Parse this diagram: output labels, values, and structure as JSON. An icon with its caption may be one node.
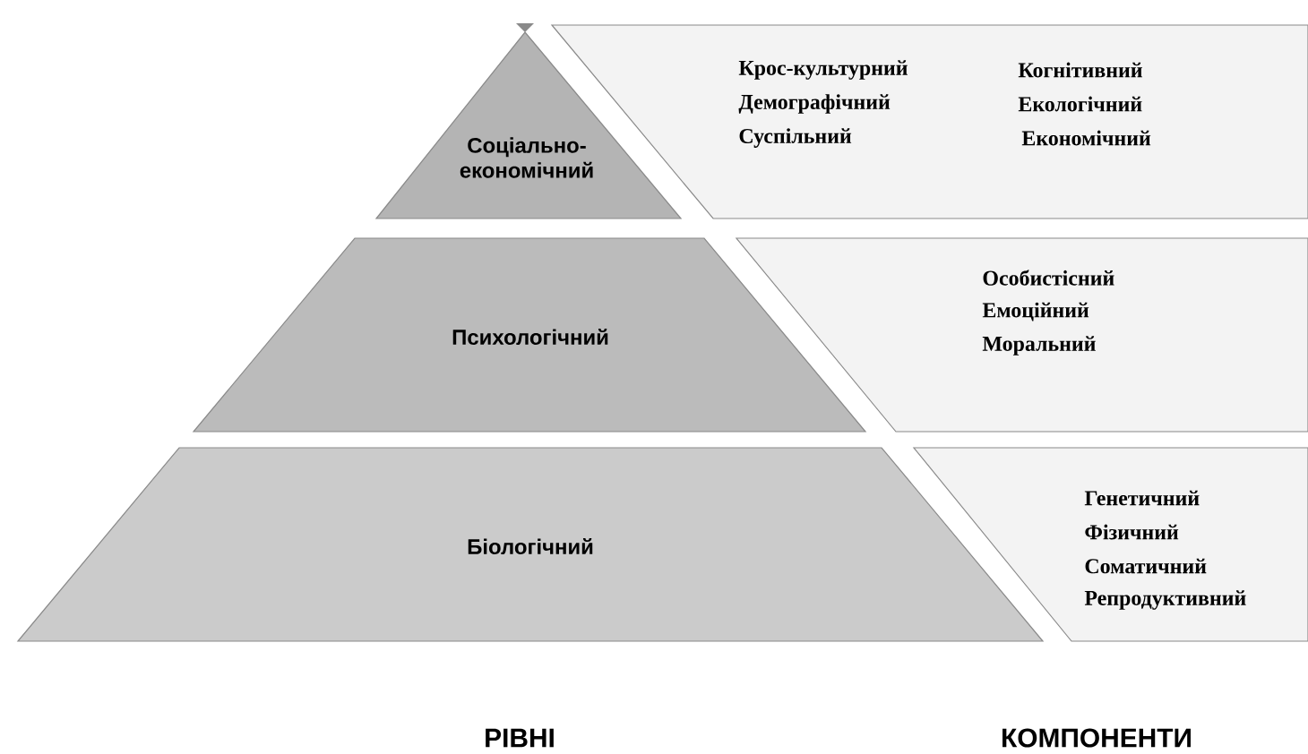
{
  "diagram": {
    "nodes": [
      {
        "text": [
          "Соціально-економічний"
        ]
      },
      {
        "text": [
          "Крос-культурний",
          "Демографічний",
          "Суспільний",
          "Когнітивний",
          "Екологічний",
          "Економічний"
        ]
      },
      {
        "text": [
          "Психологічний"
        ]
      },
      {
        "text": [
          "Особистісний",
          "Емоційний",
          "Моральний"
        ]
      },
      {
        "text": [
          "Біологічний"
        ]
      },
      {
        "text": [
          "Генетичний",
          "Фізичний",
          "Соматичний",
          "Репродуктивний"
        ]
      }
    ],
    "labels": [
      "РІВНІ",
      "КОМПОНЕНТИ"
    ]
  }
}
